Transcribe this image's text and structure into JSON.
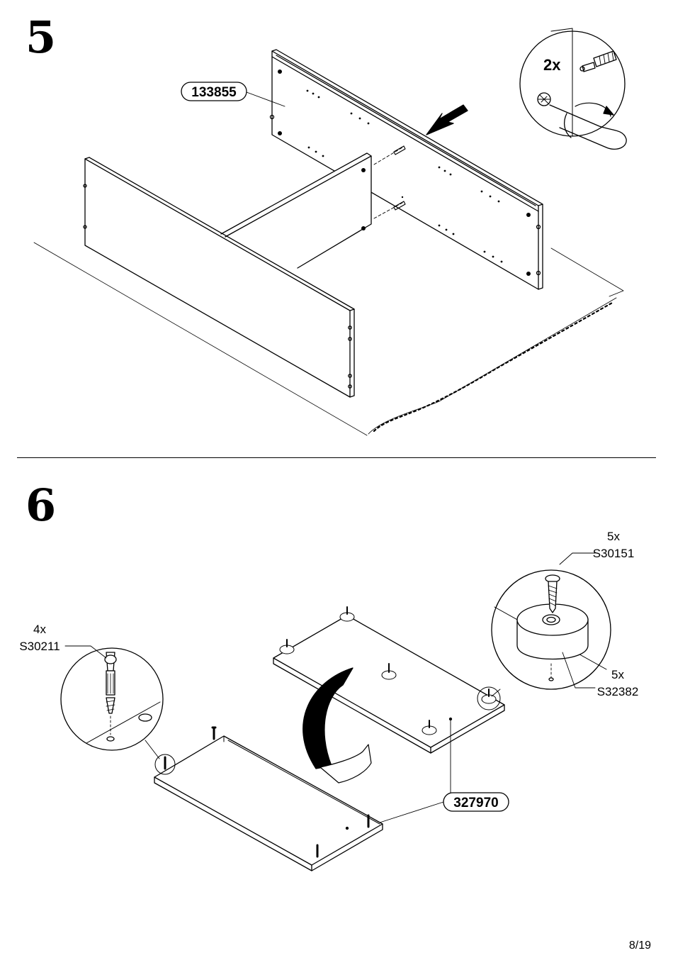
{
  "steps": [
    {
      "number": "5",
      "part_label": "133855",
      "hardware": {
        "quantity": "2x"
      }
    },
    {
      "number": "6",
      "part_label": "327970",
      "hardware": [
        {
          "quantity": "4x",
          "code": "S30211",
          "icon": "cam-bolt-icon"
        },
        {
          "quantity": "5x",
          "code": "S30151",
          "icon": "screw-icon"
        },
        {
          "quantity": "5x",
          "code": "S32382",
          "icon": "glide-foot-icon"
        }
      ]
    }
  ],
  "page_number": "8/19"
}
